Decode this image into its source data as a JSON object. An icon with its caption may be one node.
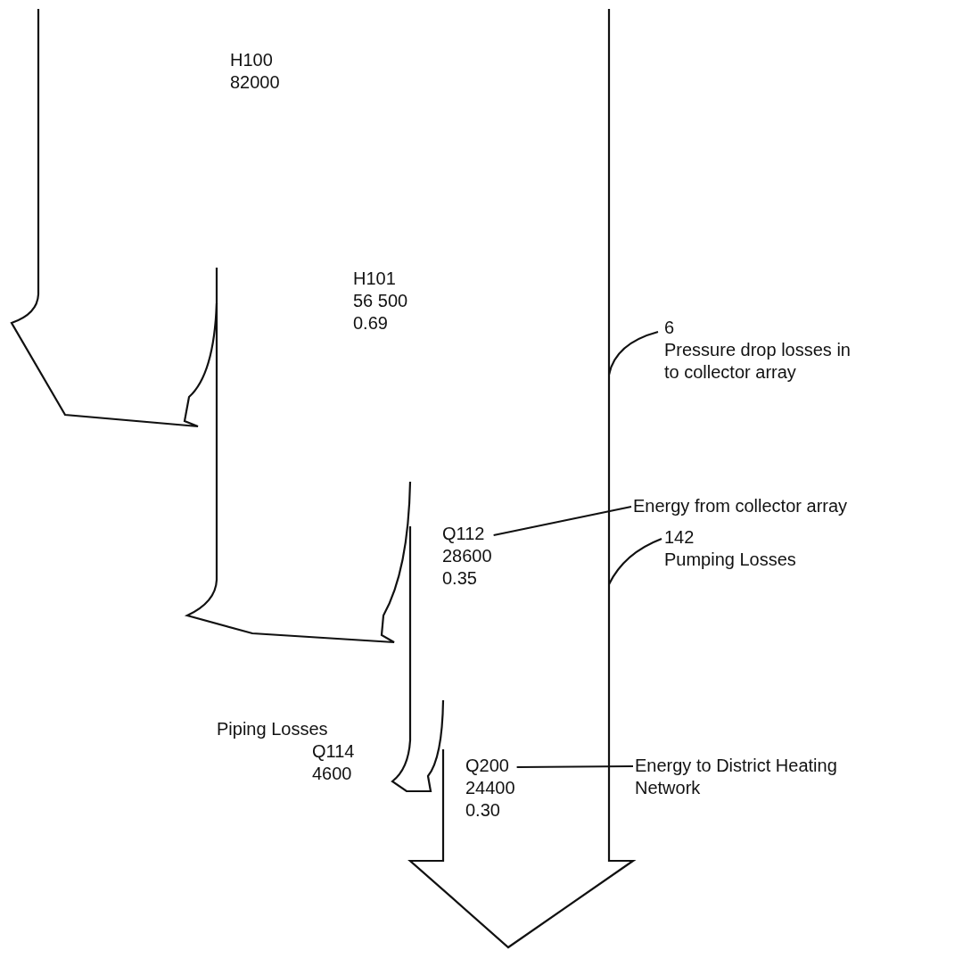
{
  "diagram": {
    "nodes": [
      {
        "text": [
          "Q112",
          "28600",
          "0.35"
        ]
      },
      {
        "text": [
          "Energy from collector array"
        ]
      },
      {
        "text": [
          "Q200",
          "24400",
          "0.30"
        ]
      },
      {
        "text": [
          "Energy to District Heating Network"
        ]
      }
    ],
    "edges": [
      {
        "from": 0,
        "to": 1,
        "arrow": "none"
      },
      {
        "from": 2,
        "to": 3,
        "arrow": "none"
      }
    ],
    "labels": [
      "H100",
      "82000",
      "H101",
      "56 500",
      "0.69",
      "6",
      "Pressure drop losses in to collector array",
      "142",
      "Pumping Losses",
      "Piping Losses",
      "Q114",
      "4600"
    ]
  }
}
